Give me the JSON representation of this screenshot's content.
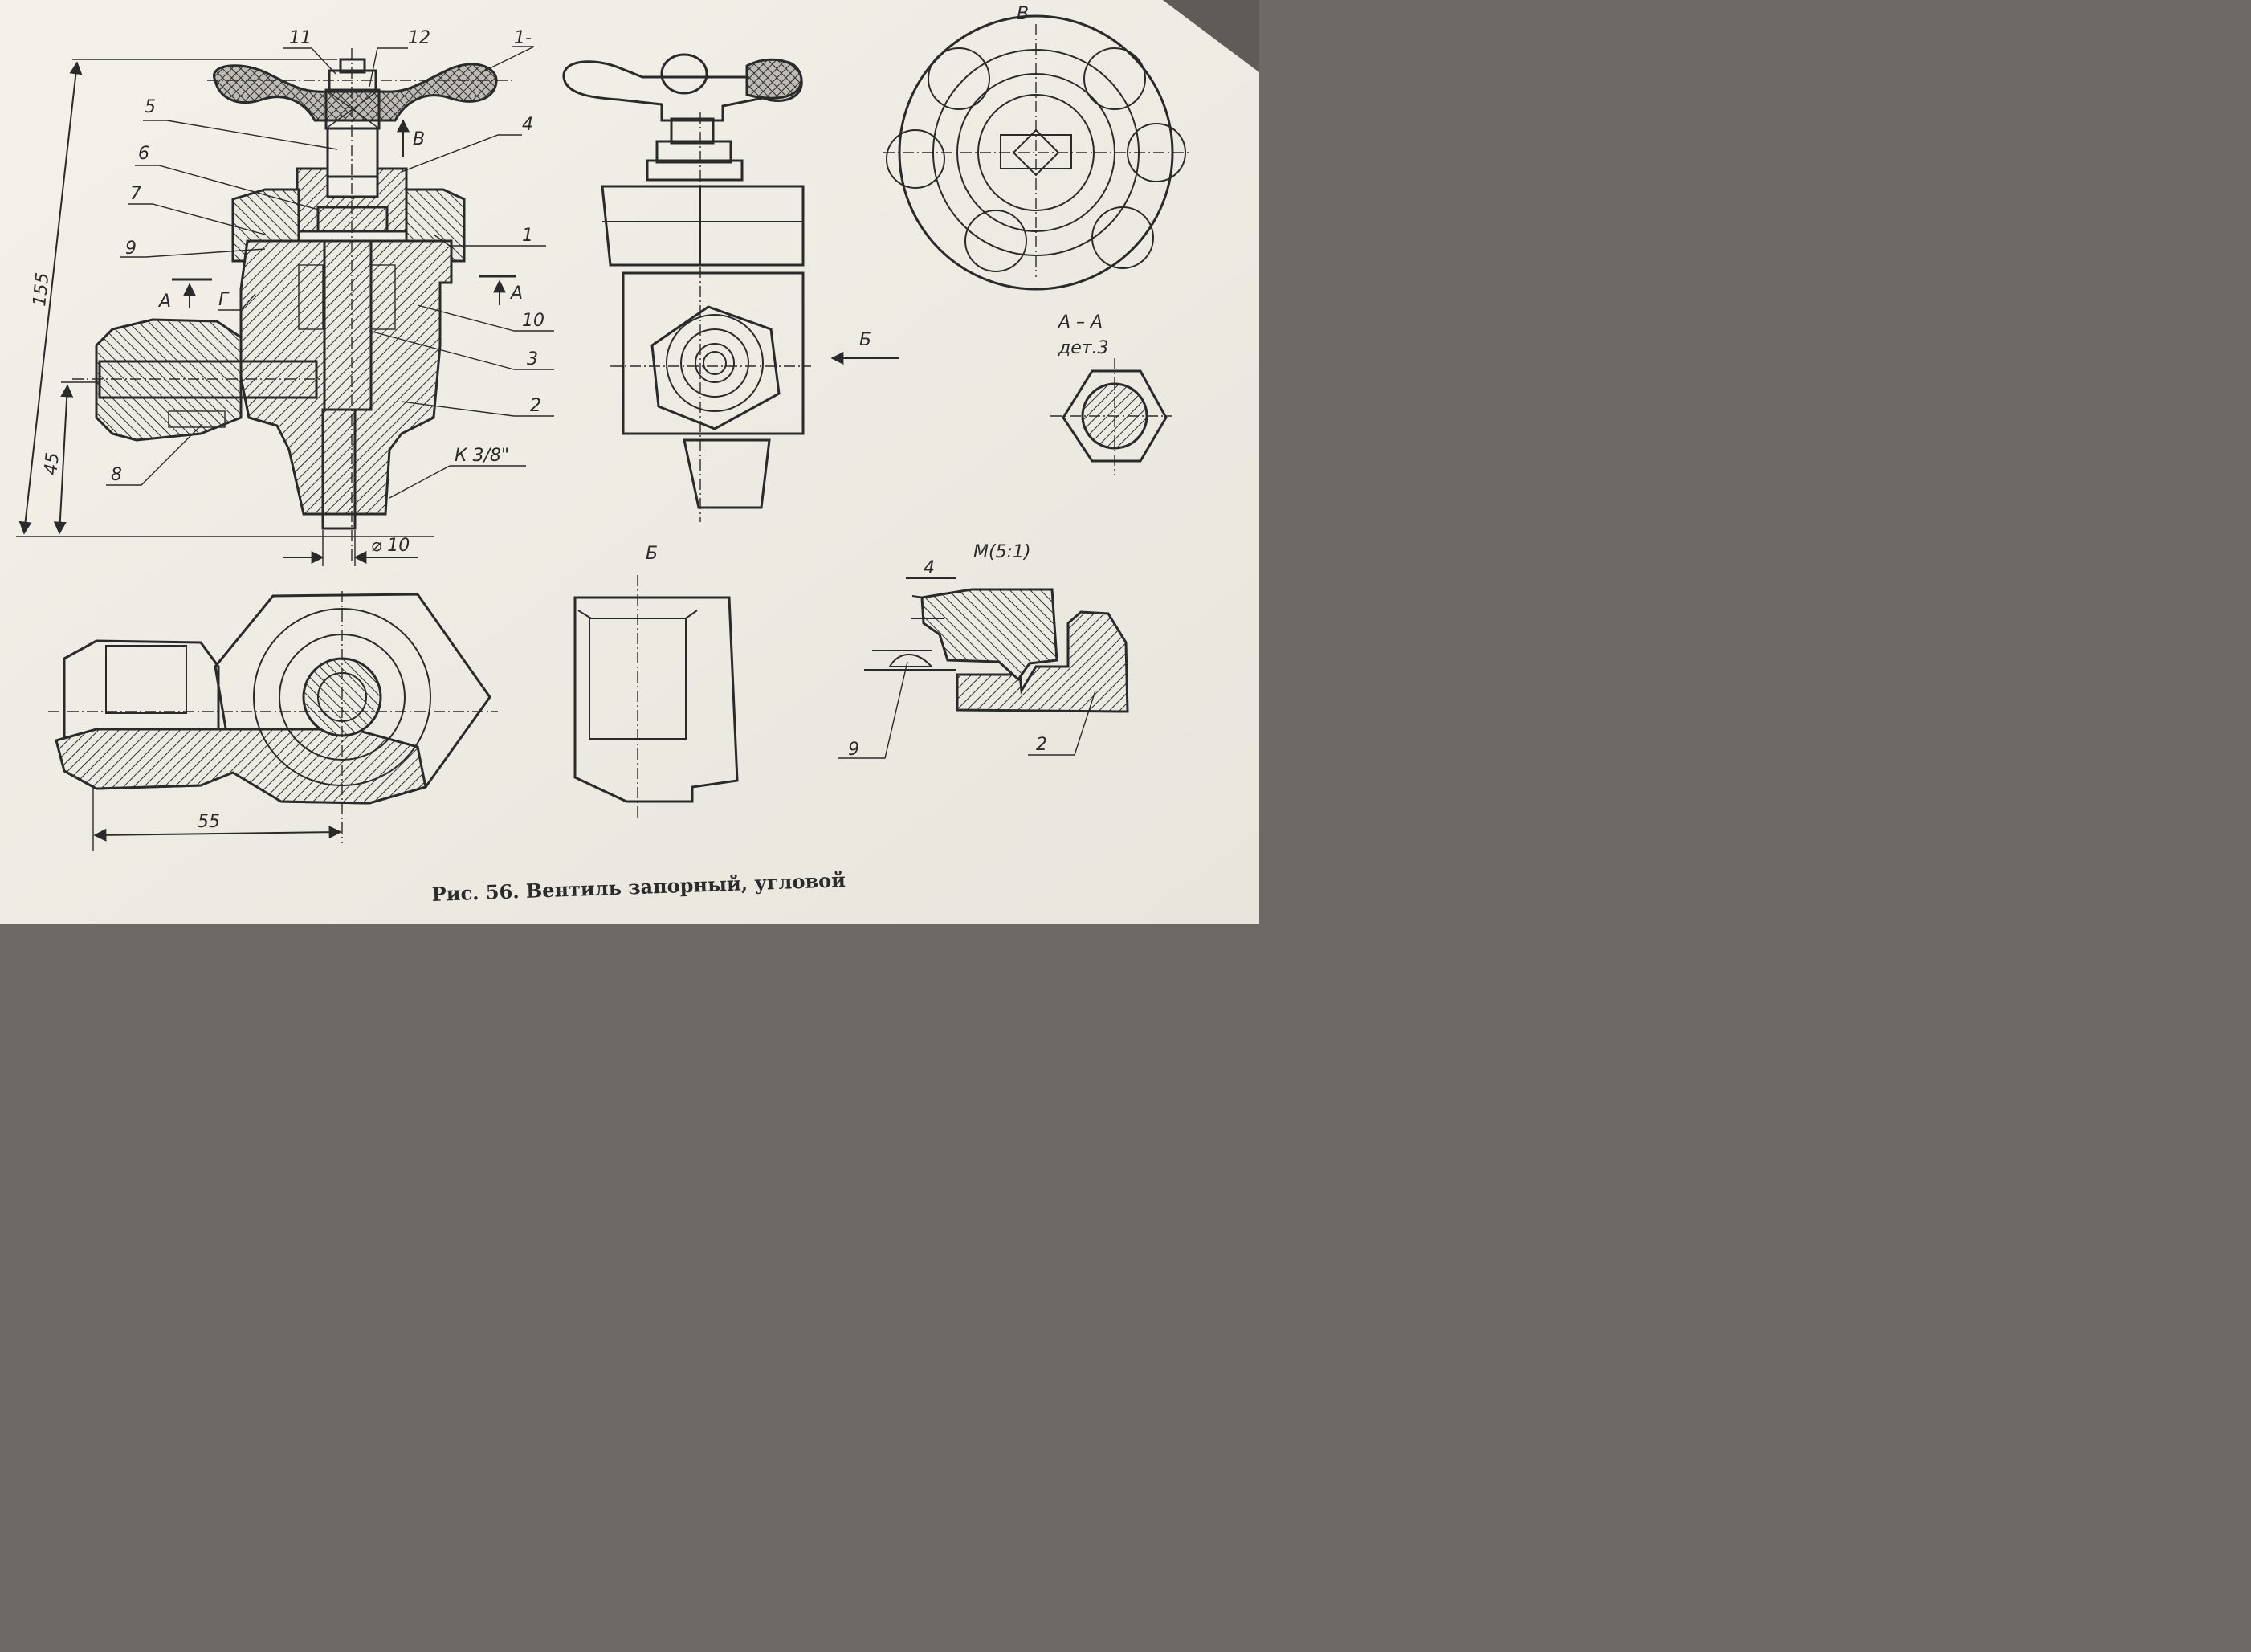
{
  "caption": "Рис. 56. Вентиль запорный, угловой",
  "part_labels": {
    "p1_top": "1-",
    "p11": "11",
    "p12": "12",
    "p5": "5",
    "p4": "4",
    "p6": "6",
    "p7": "7",
    "p9": "9",
    "p1": "1",
    "p10": "10",
    "p3": "3",
    "p2": "2",
    "p8": "8"
  },
  "markers": {
    "A_left": "А",
    "A_right": "А",
    "G": "Г",
    "B_arrow": "В",
    "B_view": "Б"
  },
  "dimensions": {
    "overall_height": "155",
    "base_height": "45",
    "diameter": "⌀ 10",
    "thread": "К 3/8\"",
    "length": "55"
  },
  "view_titles": {
    "view_v": "В",
    "section_aa": "А – А",
    "section_aa_sub": "дет.3",
    "view_b": "Б",
    "detail_m": "М(5:1)"
  },
  "detail_labels": {
    "d4": "4",
    "d9": "9",
    "d2": "2"
  },
  "colors": {
    "paper": "#f2f0e7",
    "ink": "#2a2a2a",
    "background": "#6d6a66"
  }
}
